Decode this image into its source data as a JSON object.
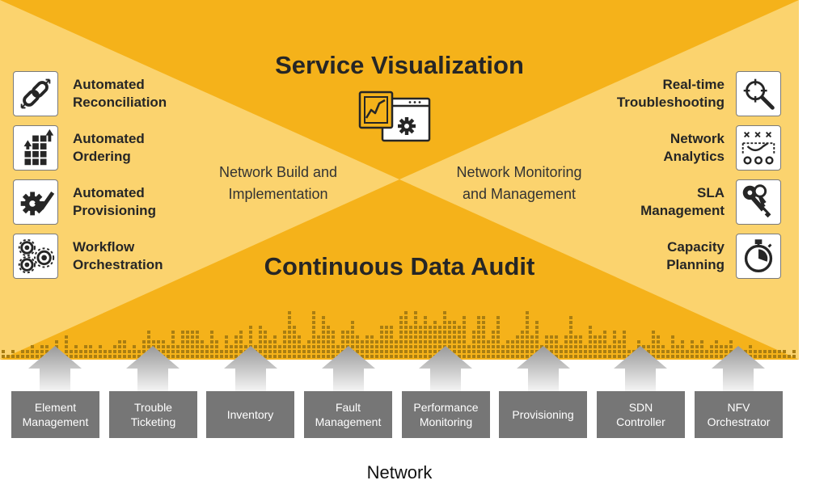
{
  "titles": {
    "top": "Service Visualization",
    "bottom": "Continuous Data Audit"
  },
  "zones": {
    "left": "Network Build and\nImplementation",
    "right": "Network Monitoring\nand Management"
  },
  "left_features": [
    {
      "label": "Automated\nReconciliation",
      "icon": "chain-link-icon"
    },
    {
      "label": "Automated\nOrdering",
      "icon": "blocks-ordering-icon"
    },
    {
      "label": "Automated\nProvisioning",
      "icon": "gear-check-icon"
    },
    {
      "label": "Workflow\nOrchestration",
      "icon": "gears-icon"
    }
  ],
  "right_features": [
    {
      "label": "Real-time\nTroubleshooting",
      "icon": "magnifier-target-icon"
    },
    {
      "label": "Network\nAnalytics",
      "icon": "network-analytics-icon"
    },
    {
      "label": "SLA\nManagement",
      "icon": "keys-icon"
    },
    {
      "label": "Capacity\nPlanning",
      "icon": "stopwatch-icon"
    }
  ],
  "sources": [
    "Element\nManagement",
    "Trouble\nTicketing",
    "Inventory",
    "Fault\nManagement",
    "Performance\nMonitoring",
    "Provisioning",
    "SDN\nController",
    "NFV\nOrchestrator"
  ],
  "footer": "Network",
  "colors": {
    "gold": "#F5B21A",
    "light_gold": "#FBD36E",
    "dots": "#A97E12",
    "box_gray": "#767676",
    "arrow_gray": "#8A8A8A"
  }
}
